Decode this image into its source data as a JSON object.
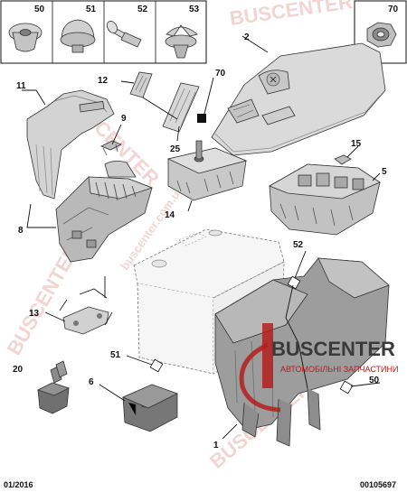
{
  "header": {
    "fasteners": [
      {
        "number": "50"
      },
      {
        "number": "51"
      },
      {
        "number": "52"
      },
      {
        "number": "53"
      }
    ],
    "nut": {
      "number": "70"
    }
  },
  "callouts": {
    "c1": "1",
    "c2": "2",
    "c5": "5",
    "c6": "6",
    "c8": "8",
    "c9": "9",
    "c11": "11",
    "c12": "12",
    "c13": "13",
    "c14": "14",
    "c15": "15",
    "c20": "20",
    "c25": "25",
    "c50": "50",
    "c51": "51",
    "c52": "52",
    "c70": "70"
  },
  "footer": {
    "date": "01/2016",
    "ref": "00105697"
  },
  "watermark": {
    "brand": "BUSCENTER",
    "subtitle": "АВТОМОБІЛЬНІ ЗАПЧАСТИНИ",
    "site": "buscenter.com.ua"
  }
}
